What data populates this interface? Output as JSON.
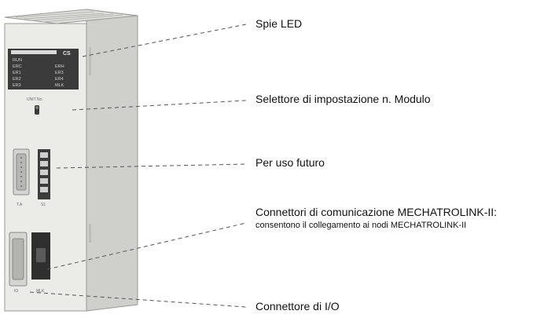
{
  "module": {
    "panel_header": "CS",
    "led_labels_left": [
      "RUN",
      "ERC",
      "ER1",
      "ER2",
      "ER3"
    ],
    "led_labels_right": [
      "ERH",
      "ER3",
      "ER4",
      "MLK"
    ],
    "selector_label": "UNIT No.",
    "port_a_label": "T.A",
    "port_b_label": "S1",
    "port_c_label": "IO",
    "port_d_label": "MLK"
  },
  "callouts": {
    "led": "Spie LED",
    "selector": "Selettore di impostazione n. Modulo",
    "future": "Per uso futuro",
    "mlink_title": "Connettori di comunicazione MECHATROLINK-II:",
    "mlink_desc": "consentono il collegamento ai nodi MECHATROLINK-II",
    "io": "Connettore di I/O"
  },
  "colors": {
    "body": "#e9e9e6",
    "side": "#c9c9c5",
    "panel": "#3a3a3a",
    "leader": "#555555"
  }
}
